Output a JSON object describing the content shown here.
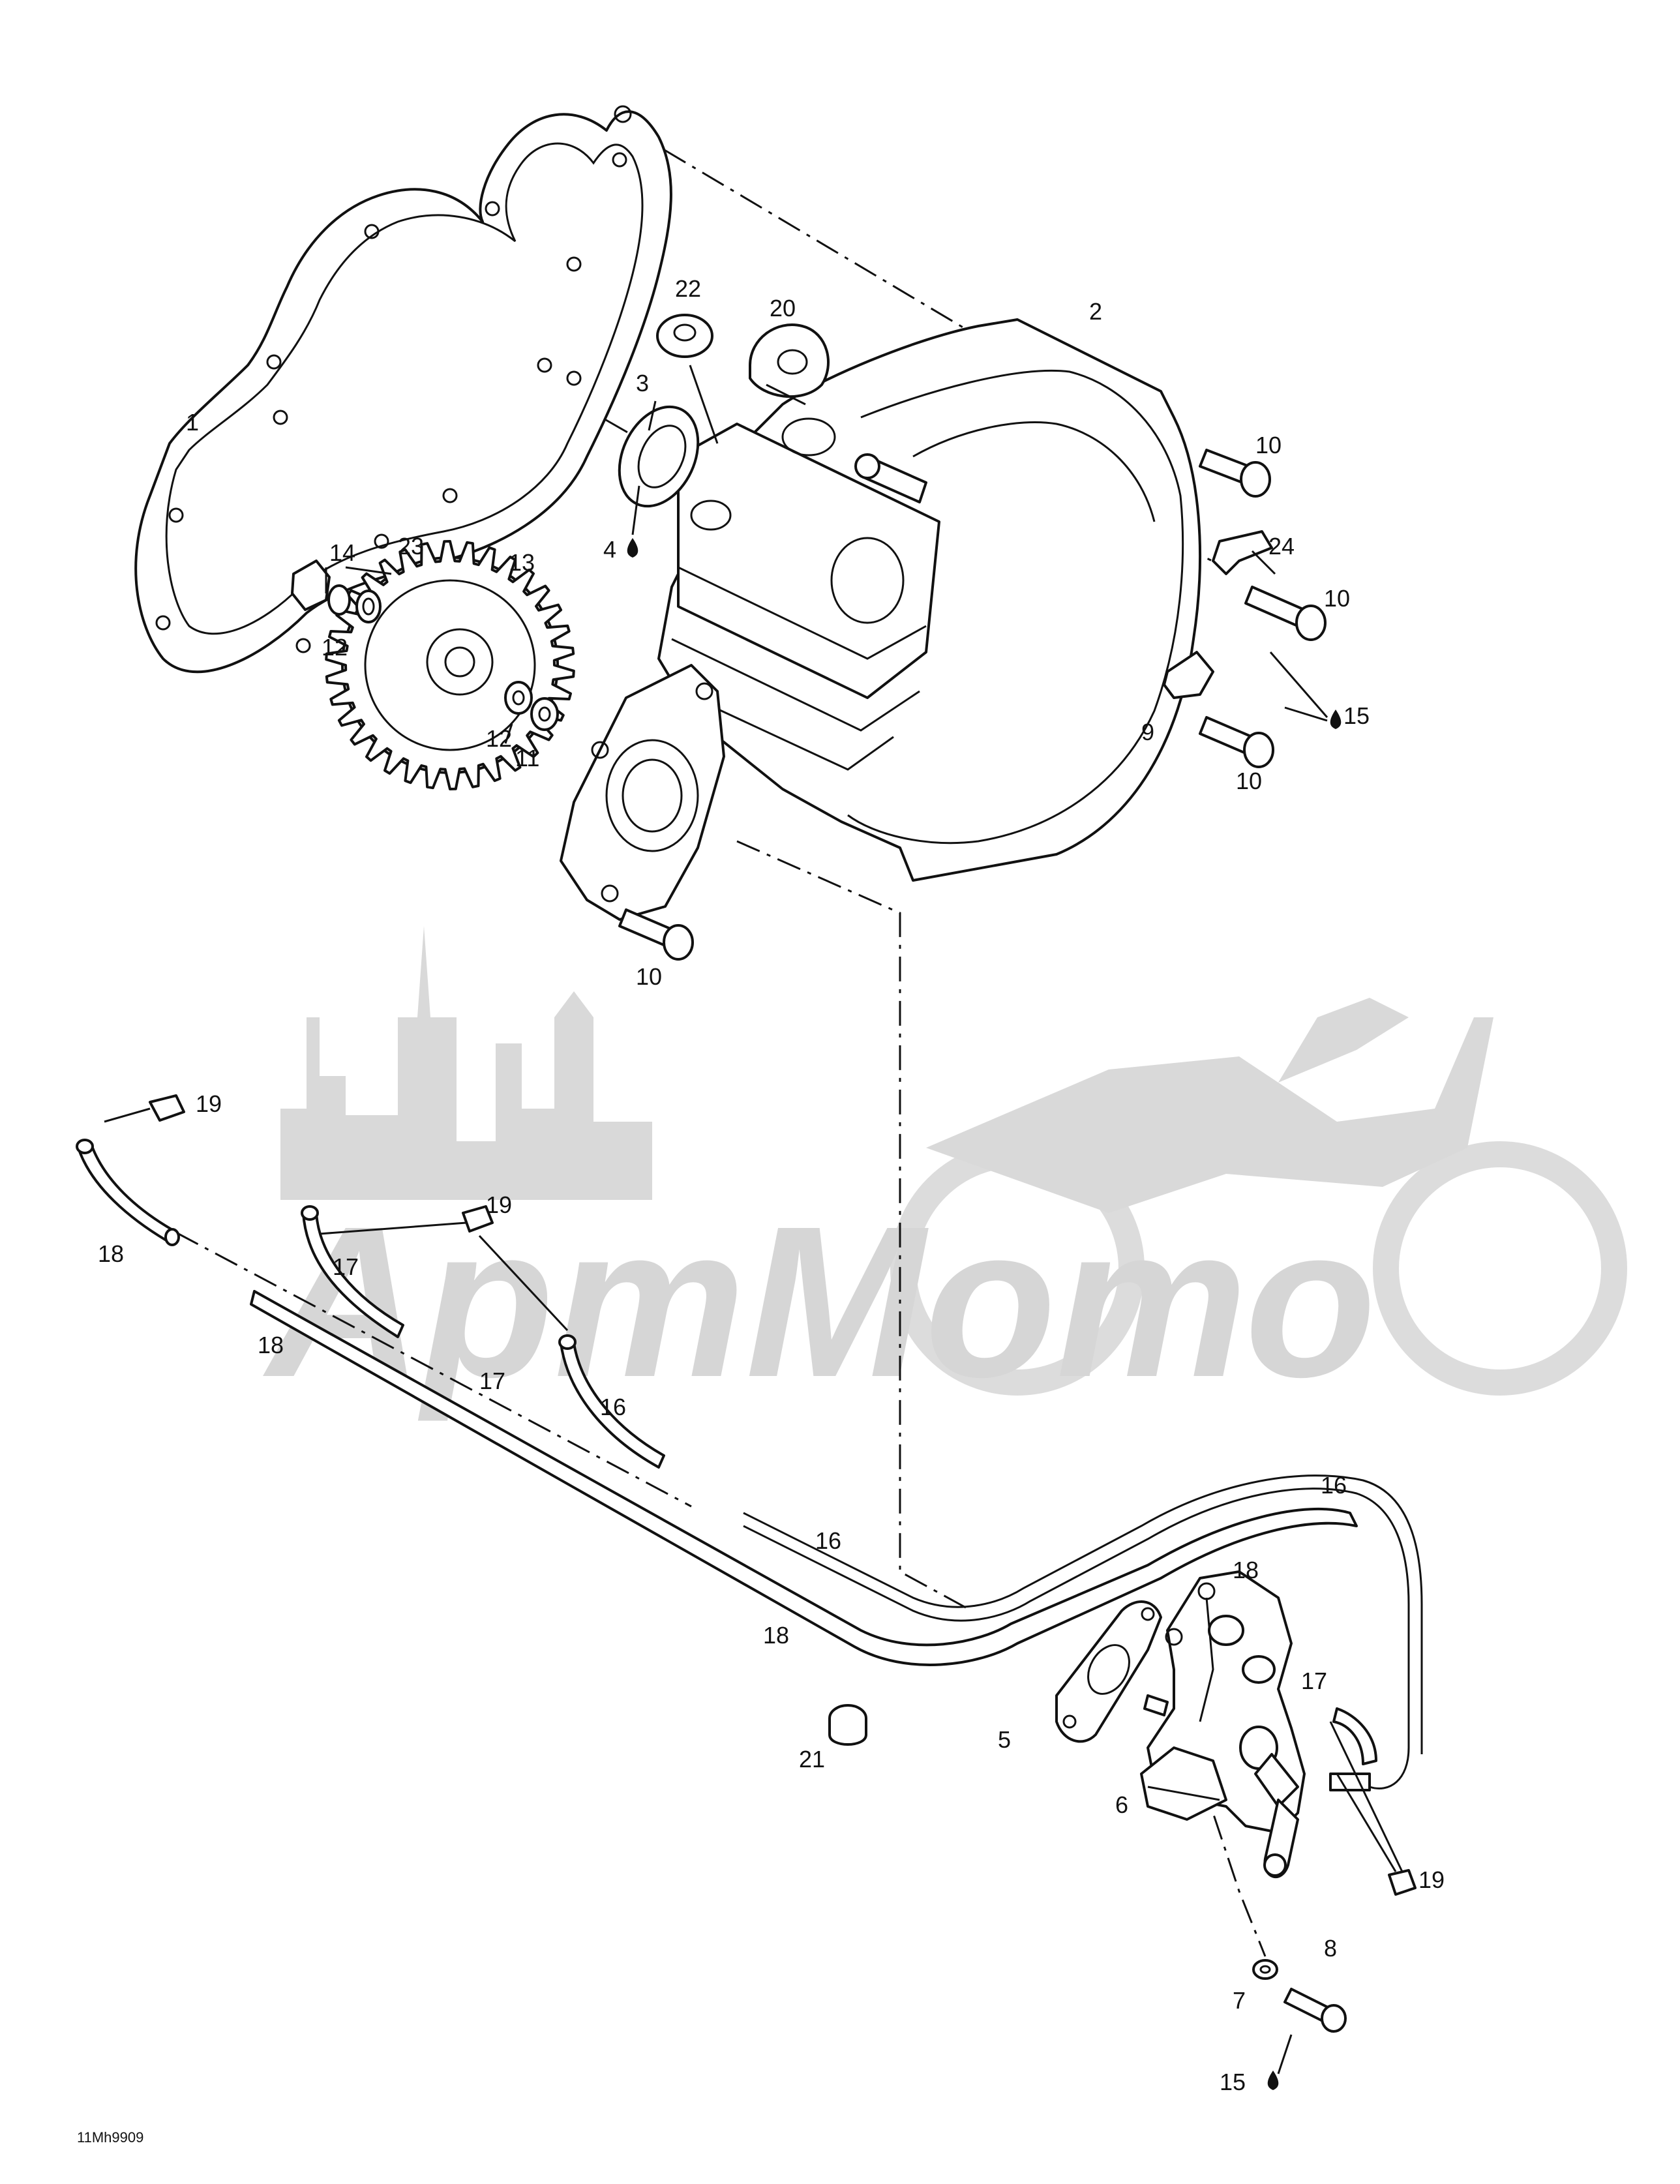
{
  "diagram": {
    "code": "11Mh9909",
    "watermark_text": "АртМото",
    "callouts": [
      {
        "id": "c1",
        "label": "1"
      },
      {
        "id": "c2",
        "label": "2"
      },
      {
        "id": "c3",
        "label": "3"
      },
      {
        "id": "c4",
        "label": "4"
      },
      {
        "id": "c5",
        "label": "5"
      },
      {
        "id": "c6",
        "label": "6"
      },
      {
        "id": "c7",
        "label": "7"
      },
      {
        "id": "c8",
        "label": "8"
      },
      {
        "id": "c9",
        "label": "9"
      },
      {
        "id": "c10a",
        "label": "10"
      },
      {
        "id": "c10b",
        "label": "10"
      },
      {
        "id": "c10c",
        "label": "10"
      },
      {
        "id": "c10d",
        "label": "10"
      },
      {
        "id": "c11",
        "label": "11"
      },
      {
        "id": "c12a",
        "label": "12"
      },
      {
        "id": "c12b",
        "label": "12"
      },
      {
        "id": "c13",
        "label": "13"
      },
      {
        "id": "c14",
        "label": "14"
      },
      {
        "id": "c15a",
        "label": "15"
      },
      {
        "id": "c15b",
        "label": "15"
      },
      {
        "id": "c16a",
        "label": "16"
      },
      {
        "id": "c16b",
        "label": "16"
      },
      {
        "id": "c16c",
        "label": "16"
      },
      {
        "id": "c17a",
        "label": "17"
      },
      {
        "id": "c17b",
        "label": "17"
      },
      {
        "id": "c17c",
        "label": "17"
      },
      {
        "id": "c18a",
        "label": "18"
      },
      {
        "id": "c18b",
        "label": "18"
      },
      {
        "id": "c18c",
        "label": "18"
      },
      {
        "id": "c18d",
        "label": "18"
      },
      {
        "id": "c19a",
        "label": "19"
      },
      {
        "id": "c19b",
        "label": "19"
      },
      {
        "id": "c19c",
        "label": "19"
      },
      {
        "id": "c20",
        "label": "20"
      },
      {
        "id": "c21",
        "label": "21"
      },
      {
        "id": "c22",
        "label": "22"
      },
      {
        "id": "c23",
        "label": "23"
      },
      {
        "id": "c24",
        "label": "24"
      }
    ]
  }
}
